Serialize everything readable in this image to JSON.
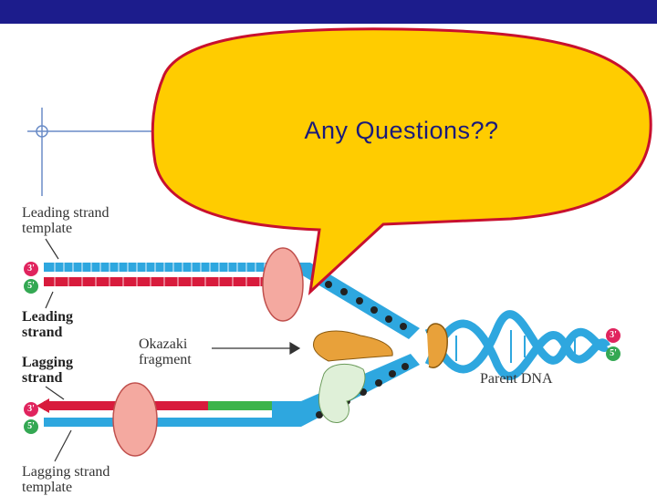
{
  "slide": {
    "top_bar_color": "#1c1c8c",
    "bubble_text": "Any Questions??",
    "bubble_fill": "#ffcc00",
    "bubble_stroke": "#c8102e"
  },
  "labels": {
    "leading_template_line1": "Leading strand",
    "leading_template_line2": "template",
    "leading_line1": "Leading",
    "leading_line2": "strand",
    "lagging_line1": "Lagging",
    "lagging_line2": "strand",
    "okazaki_line1": "Okazaki",
    "okazaki_line2": "fragment",
    "parent_dna": "Parent DNA",
    "lagging_template_line1": "Lagging strand",
    "lagging_template_line2": "template"
  },
  "strand_ends": {
    "top_red": "3'",
    "top_green": "5'",
    "bottom_red": "3'",
    "bottom_green": "5'",
    "parent_red": "3'",
    "parent_green": "5'"
  },
  "colors": {
    "template_strand": "#2ea7df",
    "new_strand": "#d81b3c",
    "okazaki": "#3cb44b",
    "helicase": "#e8a13a",
    "polymerase": "#f4a9a0"
  }
}
